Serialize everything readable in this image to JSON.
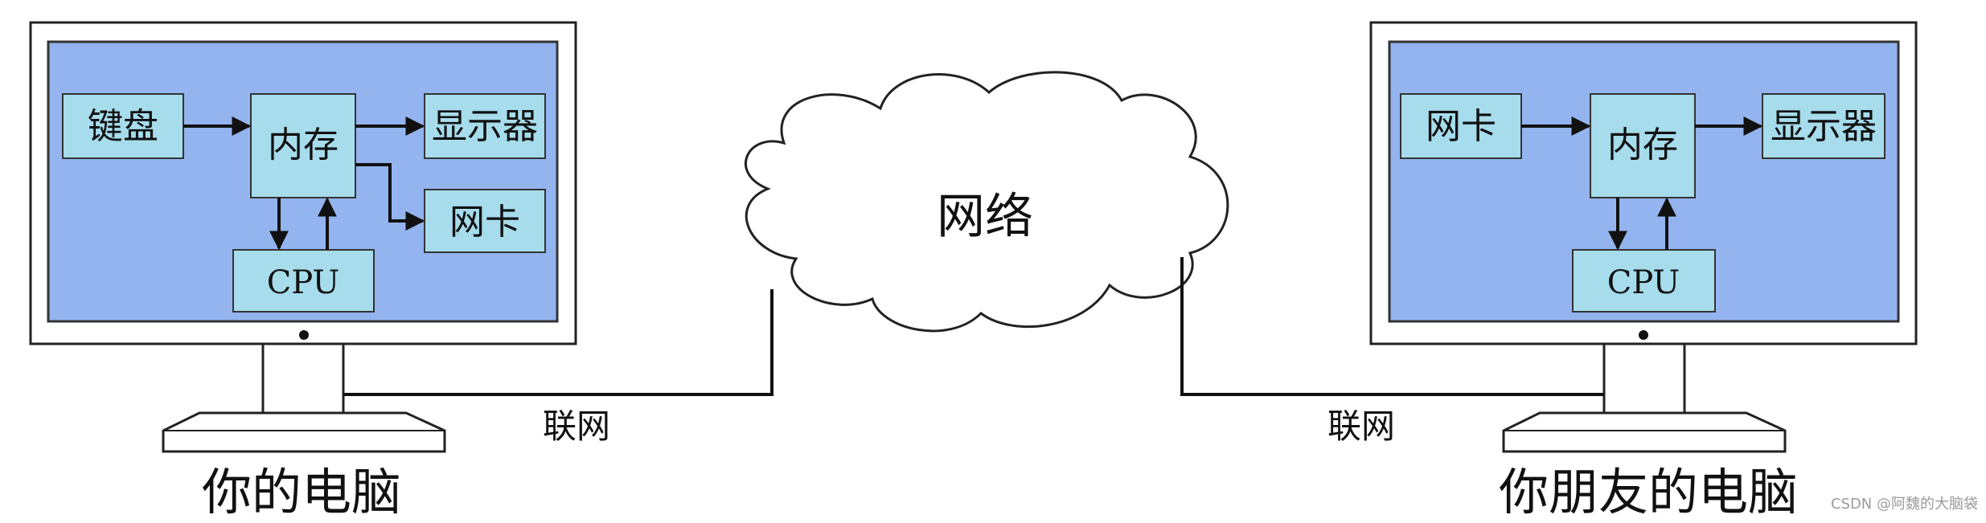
{
  "left_computer": {
    "caption": "你的电脑",
    "keyboard": "键盘",
    "memory": "内存",
    "display": "显示器",
    "nic": "网卡",
    "cpu": "CPU"
  },
  "right_computer": {
    "caption": "你朋友的电脑",
    "nic": "网卡",
    "memory": "内存",
    "display": "显示器",
    "cpu": "CPU"
  },
  "network": {
    "cloud_label": "网络",
    "left_link_label": "联网",
    "right_link_label": "联网"
  },
  "watermark": "CSDN @阿魏的大脑袋",
  "colors": {
    "screen_fill": "#93b4ee",
    "box_fill": "#a6dcec",
    "outline": "#222222",
    "monitor_frame": "#ffffff"
  }
}
